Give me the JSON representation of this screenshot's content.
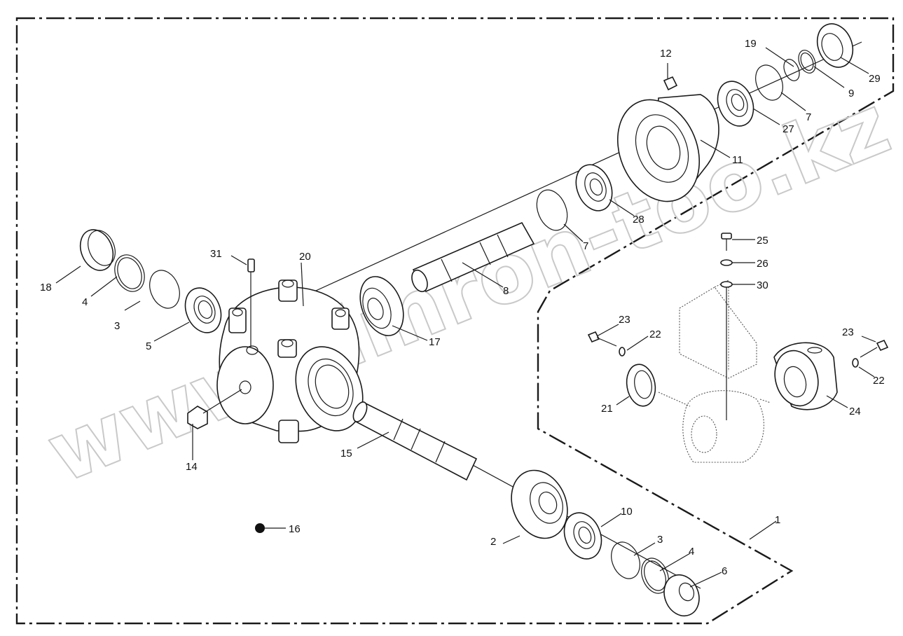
{
  "watermark": "www.simron-too.kz",
  "labels": {
    "p1": "1",
    "p2": "2",
    "p3a": "3",
    "p3b": "3",
    "p4a": "4",
    "p4b": "4",
    "p5": "5",
    "p6": "6",
    "p7a": "7",
    "p7b": "7",
    "p8": "8",
    "p9": "9",
    "p10": "10",
    "p11": "11",
    "p12": "12",
    "p14": "14",
    "p15": "15",
    "p16": "16",
    "p17": "17",
    "p18": "18",
    "p19": "19",
    "p20": "20",
    "p21": "21",
    "p22a": "22",
    "p22b": "22",
    "p23a": "23",
    "p23b": "23",
    "p24": "24",
    "p25": "25",
    "p26": "26",
    "p27": "27",
    "p28": "28",
    "p29": "29",
    "p30": "30",
    "p31": "31"
  }
}
